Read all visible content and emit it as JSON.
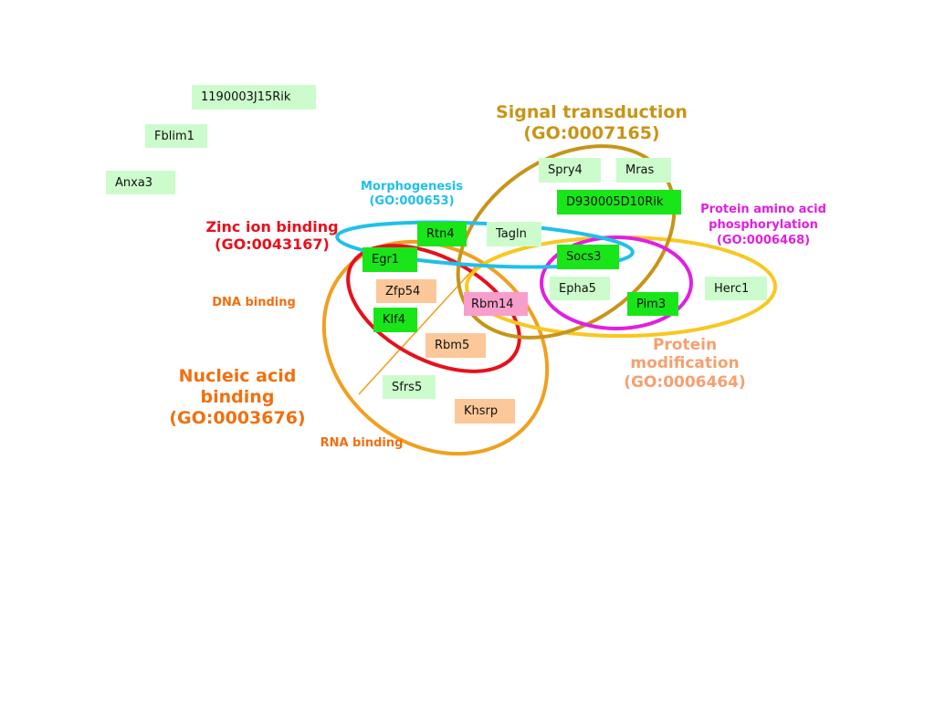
{
  "colors": {
    "light_green": "#ccfccc",
    "bright_green": "#19e619",
    "peach": "#fcc899",
    "pink": "#f79ecb",
    "signal": "#c89418",
    "morpho": "#1fc0ea",
    "zinc": "#e8101c",
    "nucleic": "#f0a020",
    "phospho": "#e020e0",
    "protmod": "#f7c820",
    "nucleic_label": "#f07010",
    "dna_label": "#f07010",
    "protmod_label": "#f5a070"
  },
  "genes": [
    {
      "id": "1190003J15Rik",
      "name": "1190003J15Rik",
      "color": "#ccfccc"
    },
    {
      "id": "Fblim1",
      "name": "Fblim1",
      "color": "#ccfccc"
    },
    {
      "id": "Anxa3",
      "name": "Anxa3",
      "color": "#ccfccc"
    },
    {
      "id": "Spry4",
      "name": "Spry4",
      "color": "#ccfccc"
    },
    {
      "id": "Mras",
      "name": "Mras",
      "color": "#ccfccc"
    },
    {
      "id": "D930005D10Rik",
      "name": "D930005D10Rik",
      "color": "#19e619"
    },
    {
      "id": "Rtn4",
      "name": "Rtn4",
      "color": "#19e619"
    },
    {
      "id": "Tagln",
      "name": "Tagln",
      "color": "#ccfccc"
    },
    {
      "id": "Egr1",
      "name": "Egr1",
      "color": "#19e619"
    },
    {
      "id": "Socs3",
      "name": "Socs3",
      "color": "#19e619"
    },
    {
      "id": "Zfp54",
      "name": "Zfp54",
      "color": "#fcc899"
    },
    {
      "id": "Rbm14",
      "name": "Rbm14",
      "color": "#f79ecb"
    },
    {
      "id": "Epha5",
      "name": "Epha5",
      "color": "#ccfccc"
    },
    {
      "id": "Pim3",
      "name": "Pim3",
      "color": "#19e619"
    },
    {
      "id": "Herc1",
      "name": "Herc1",
      "color": "#ccfccc"
    },
    {
      "id": "Klf4",
      "name": "Klf4",
      "color": "#19e619"
    },
    {
      "id": "Rbm5",
      "name": "Rbm5",
      "color": "#fcc899"
    },
    {
      "id": "Sfrs5",
      "name": "Sfrs5",
      "color": "#ccfccc"
    },
    {
      "id": "Khsrp",
      "name": "Khsrp",
      "color": "#fcc899"
    }
  ],
  "labels": {
    "signal": {
      "line1": "Signal transduction",
      "line2": "(GO:0007165)"
    },
    "morpho": {
      "line1": "Morphogenesis",
      "line2": "(GO:000653)"
    },
    "zinc": {
      "line1": "Zinc ion binding",
      "line2": "(GO:0043167)"
    },
    "phospho": {
      "line1": "Protein amino acid",
      "line2": "phosphorylation",
      "line3": "(GO:0006468)"
    },
    "dna": {
      "line1": "DNA binding"
    },
    "nucleic": {
      "line1": "Nucleic acid",
      "line2": "binding",
      "line3": "(GO:0003676)"
    },
    "rna": {
      "line1": "RNA binding"
    },
    "protmod": {
      "line1": "Protein",
      "line2": "modification",
      "line3": "(GO:0006464)"
    }
  }
}
